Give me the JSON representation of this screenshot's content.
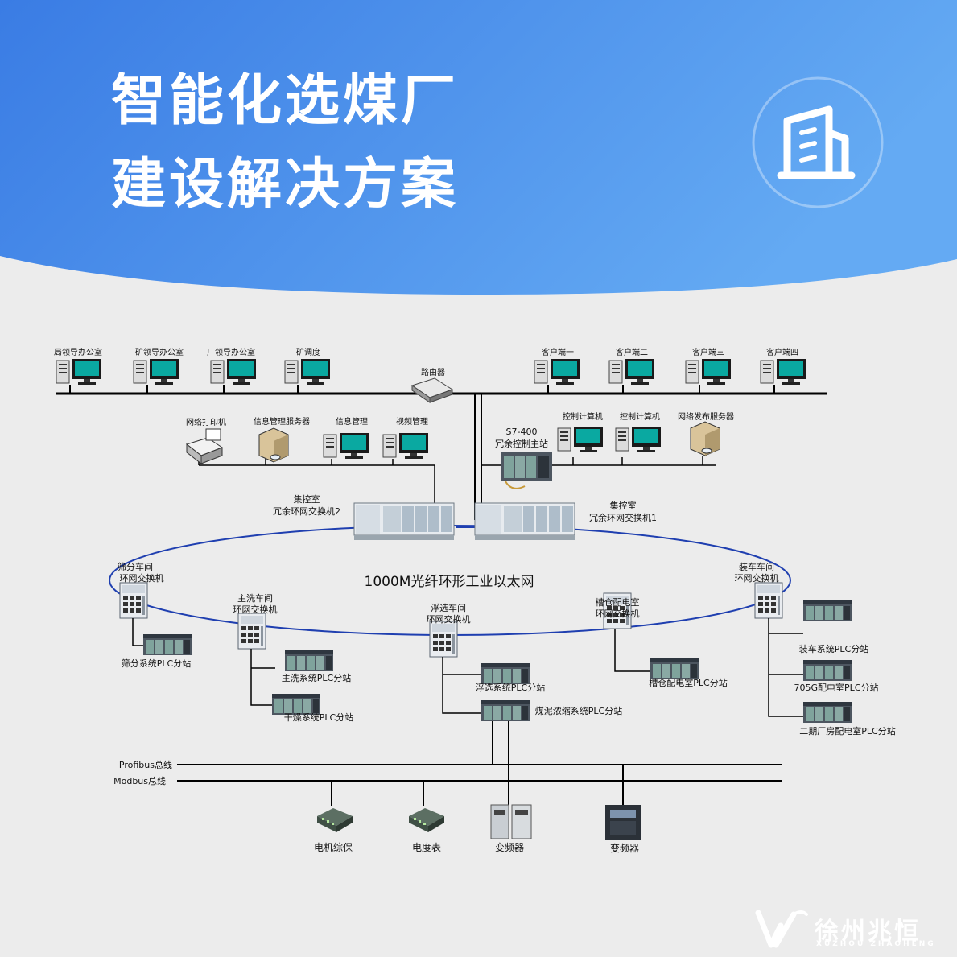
{
  "header": {
    "title_line1": "智能化选煤厂",
    "title_line2": "建设解决方案",
    "icon": "building-icon"
  },
  "diagram": {
    "top_nodes": [
      "局领导办公室",
      "矿领导办公室",
      "厂领导办公室",
      "矿调度",
      "客户端一",
      "客户端二",
      "客户端三",
      "客户端四"
    ],
    "router": "路由器",
    "left_group": [
      "网络打印机",
      "信息管理服务器",
      "信息管理",
      "视频管理"
    ],
    "right_group": [
      "控制计算机",
      "控制计算机",
      "网络发布服务器"
    ],
    "master_station": {
      "line1": "S7-400",
      "line2": "冗余控制主站"
    },
    "switch_left": {
      "line1": "集控室",
      "line2": "冗余环网交换机2"
    },
    "switch_right": {
      "line1": "集控室",
      "line2": "冗余环网交换机1"
    },
    "ring_label": "1000M光纤环形工业以太网",
    "ring_switches": [
      {
        "line1": "筛分车间",
        "line2": "环网交换机"
      },
      {
        "line1": "主洗车间",
        "line2": "环网交换机"
      },
      {
        "line1": "浮选车间",
        "line2": "环网交换机"
      },
      {
        "line1": "槽仓配电室",
        "line2": "环网交换机"
      },
      {
        "line1": "装车车间",
        "line2": "环网交换机"
      }
    ],
    "plc_stations": [
      "筛分系统PLC分站",
      "主洗系统PLC分站",
      "干燥系统PLC分站",
      "浮选系统PLC分站",
      "煤泥浓缩系统PLC分站",
      "槽仓配电室PLC分站",
      "装车系统PLC分站",
      "705G配电室PLC分站",
      "二期厂房配电室PLC分站"
    ],
    "buses": [
      "Profibus总线",
      "Modbus总线"
    ],
    "field_devices": [
      "电机综保",
      "电度表",
      "变频器",
      "变频器"
    ]
  },
  "brand": {
    "name_cn": "徐州兆恒",
    "name_en": "XUZHOU  ZHAOHENG",
    "logo_icon": "zhaoheng-logo-icon"
  },
  "colors": {
    "header_blue": "#3d7fe0",
    "ring_blue": "#1f3fb0",
    "background": "#ececec"
  }
}
